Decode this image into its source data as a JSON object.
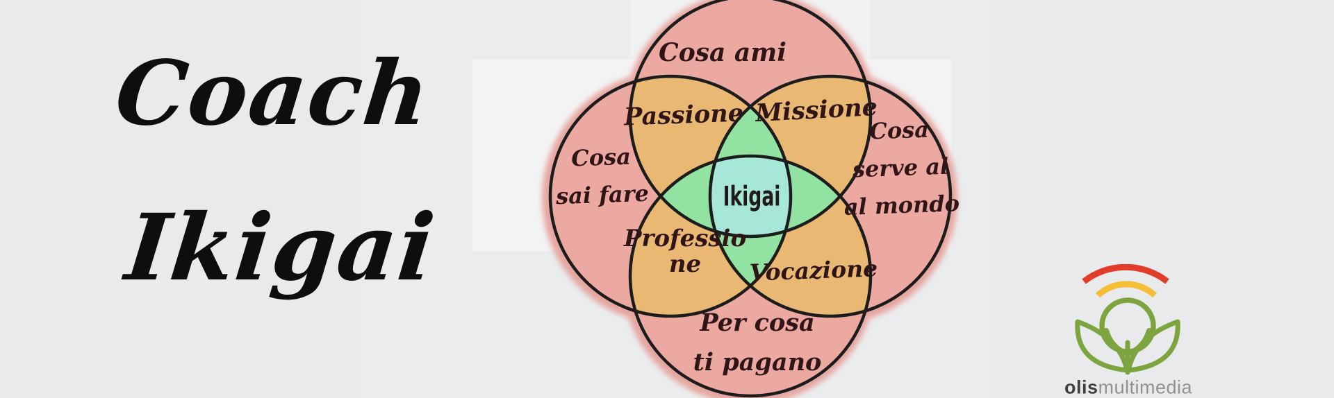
{
  "page": {
    "background": "#E9EAEB"
  },
  "title": {
    "line1": "Coach",
    "line2": "Ikigai",
    "color": "#0E0E0E"
  },
  "diagram": {
    "center_label": "Ikigai",
    "top_circle_label": "Cosa ami",
    "left_circle_line1": "Cosa",
    "left_circle_line2": "sai fare",
    "right_circle_line1": "Cosa",
    "right_circle_line2": "serve al",
    "right_circle_line3": "al mondo",
    "bottom_circle_line1": "Per cosa",
    "bottom_circle_line2": "ti pagano",
    "overlap_top_left": "Passione",
    "overlap_top_right": "Missione",
    "overlap_bottom_left_line1": "Professio",
    "overlap_bottom_left_line2": "ne",
    "overlap_bottom_right": "Vocazione",
    "colors": {
      "circle_fill": "#ECA9A2",
      "circle_shadow": "#E69E97",
      "pair_overlap_fill": "#E9B873",
      "triple_overlap_fill": "#92E2A2",
      "center_fill": "#A6E7D8",
      "outline": "#1C1C1C",
      "label_text": "#301517"
    }
  },
  "logo": {
    "brand_bold": "olis",
    "brand_light": "multimedia",
    "colors": {
      "arc_red": "#E23C2B",
      "arc_yellow": "#F4BE37",
      "plant_green": "#7CA43F",
      "text_bold": "#3E4040",
      "text_light": "#8F9294"
    }
  }
}
